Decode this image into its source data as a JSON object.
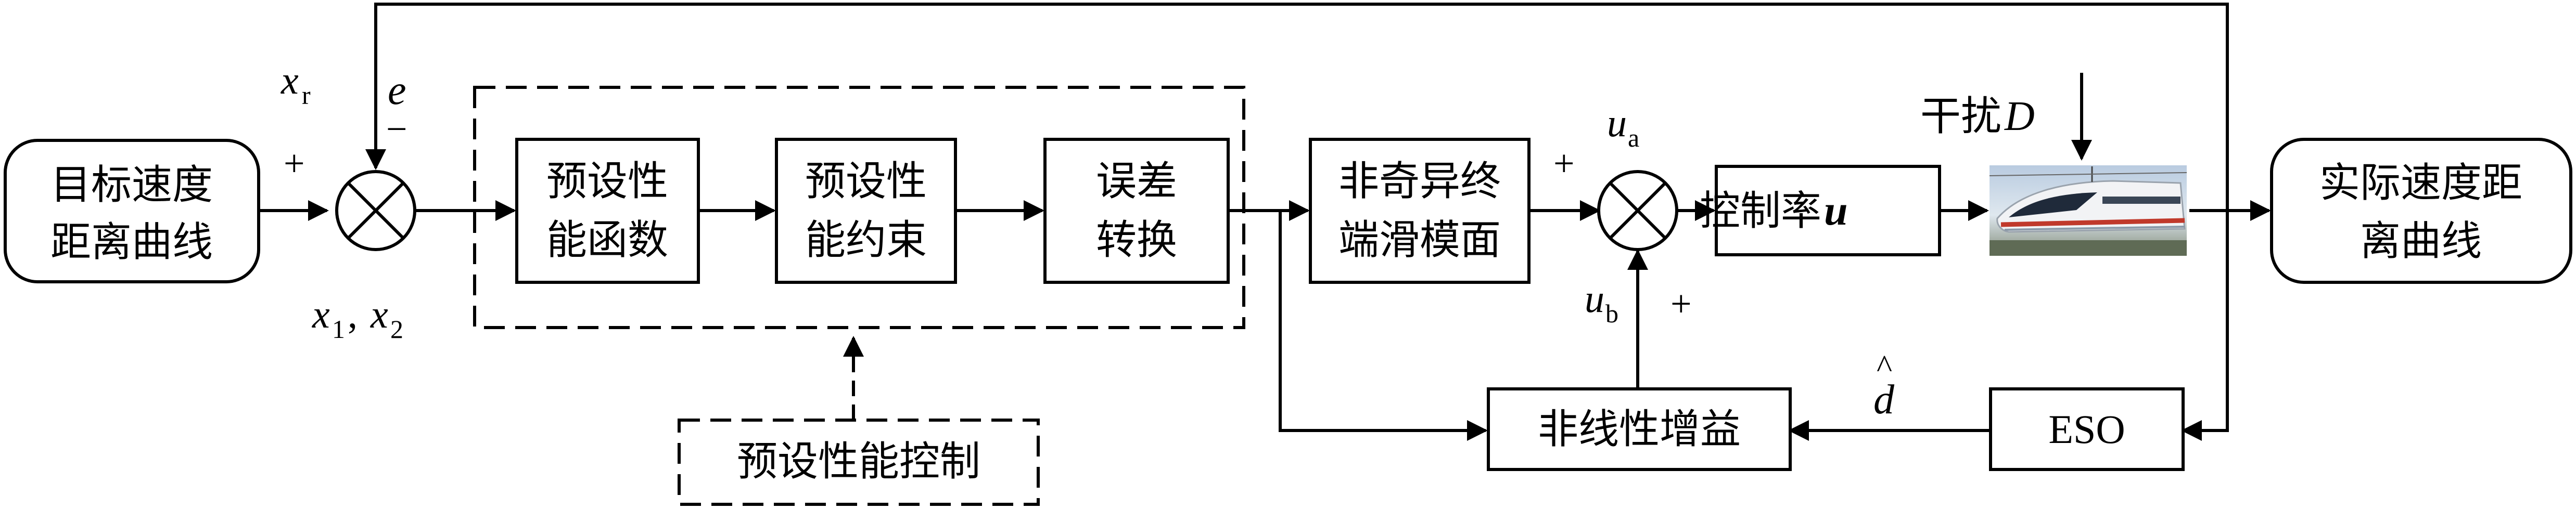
{
  "blocks": {
    "target_curve": [
      "目标速度",
      "距离曲线"
    ],
    "perf_function": [
      "预设性",
      "能函数"
    ],
    "perf_constraint": [
      "预设性",
      "能约束"
    ],
    "error_transform": [
      "误差",
      "转换"
    ],
    "sliding_surface": [
      "非奇异终",
      "端滑模面"
    ],
    "control_law": "控制率",
    "control_law_symbol": "u",
    "actual_curve": [
      "实际速度距",
      "离曲线"
    ],
    "nonlinear_gain": "非线性增益",
    "eso": "ESO",
    "ppc_label": "预设性能控制"
  },
  "signals": {
    "xr": "x",
    "xr_sub": "r",
    "e": "e",
    "x1": "x",
    "x1_sub": "1",
    "comma": ",",
    "x2": "x",
    "x2_sub": "2",
    "ua": "u",
    "ua_sub": "a",
    "ub": "u",
    "ub_sub": "b",
    "d_hat": "d",
    "hat": "^",
    "disturbance_label": "干扰",
    "disturbance_symbol": "D"
  },
  "signs": {
    "sum1_top": "−",
    "sum1_left": "+",
    "sum2_left": "+",
    "sum2_bottom": "+"
  }
}
